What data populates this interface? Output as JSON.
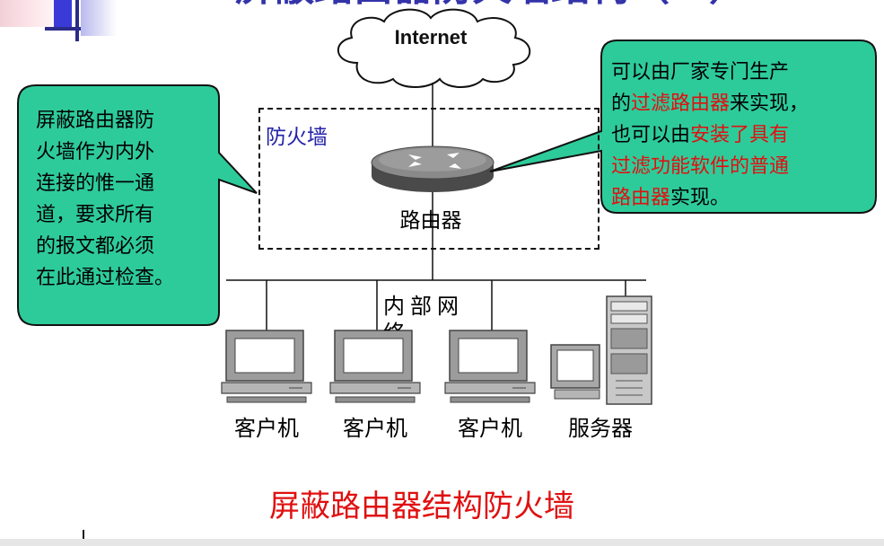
{
  "slide": {
    "title": "屏蔽路由器防火墙结构（一）"
  },
  "diagram": {
    "internet_label": "Internet",
    "firewall_label": "防火墙",
    "router_label": "路由器",
    "lan_label": "内部网络",
    "devices": [
      "客户机",
      "客户机",
      "客户机",
      "服务器"
    ],
    "caption": "屏蔽路由器结构防火墙"
  },
  "callouts": {
    "left": [
      "屏蔽路由器防",
      "火墙作为内外",
      "连接的惟一通",
      "道，要求所有",
      "的报文都必须",
      "在此通过检查。"
    ],
    "right": {
      "lines": [
        [
          {
            "text": "可以由厂家专门生产",
            "red": false
          }
        ],
        [
          {
            "text": "的",
            "red": false
          },
          {
            "text": "过滤路由器",
            "red": true
          },
          {
            "text": "来实现，",
            "red": false
          }
        ],
        [
          {
            "text": "也可以由",
            "red": false
          },
          {
            "text": "安装了具有",
            "red": true
          }
        ],
        [
          {
            "text": "过滤功能软件的普通",
            "red": true
          }
        ],
        [
          {
            "text": "路由器",
            "red": true
          },
          {
            "text": "实现。",
            "red": false
          }
        ]
      ]
    }
  },
  "colors": {
    "callout_fill": "#2ecb9a",
    "title_color": "#3333aa",
    "accent_red": "#e01010",
    "firewall_label": "#2222aa"
  }
}
